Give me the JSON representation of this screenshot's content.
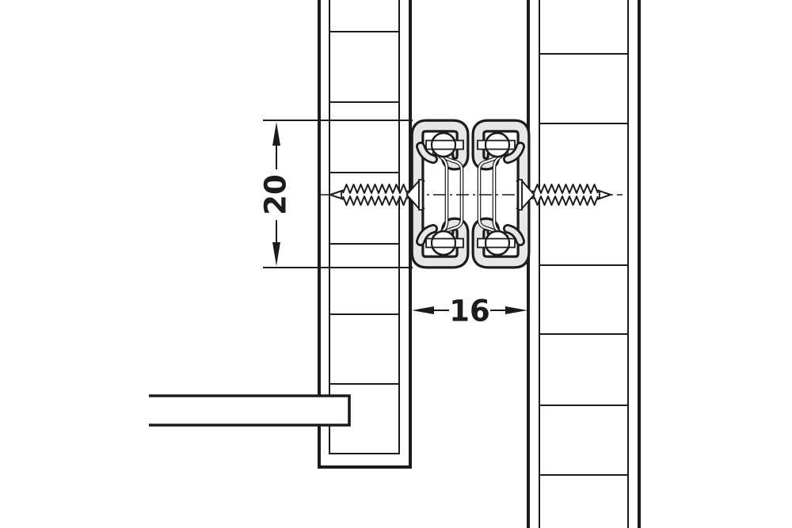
{
  "page": {
    "background": "#ffffff"
  },
  "drawing": {
    "kind": "drawer slide installation cross-section",
    "dim_vertical": {
      "label": "20",
      "orientation": "vertical",
      "measures": "slide profile height"
    },
    "dim_horizontal": {
      "label": "16",
      "orientation": "horizontal",
      "measures": "gap between drawer side and cabinet side"
    },
    "colors": {
      "line": "#1c1c1c",
      "profile_fill": "#e7e7e7",
      "background": "#ffffff"
    },
    "parts": {
      "left_panel": "drawer side panel",
      "right_panel": "cabinet side panel",
      "bottom_panel": "drawer bottom panel",
      "slide": "ball bearing runner cross-section",
      "screw_left": "mounting screw into drawer side",
      "screw_right": "mounting screw into cabinet side",
      "center_line": "screw axis center line"
    }
  }
}
